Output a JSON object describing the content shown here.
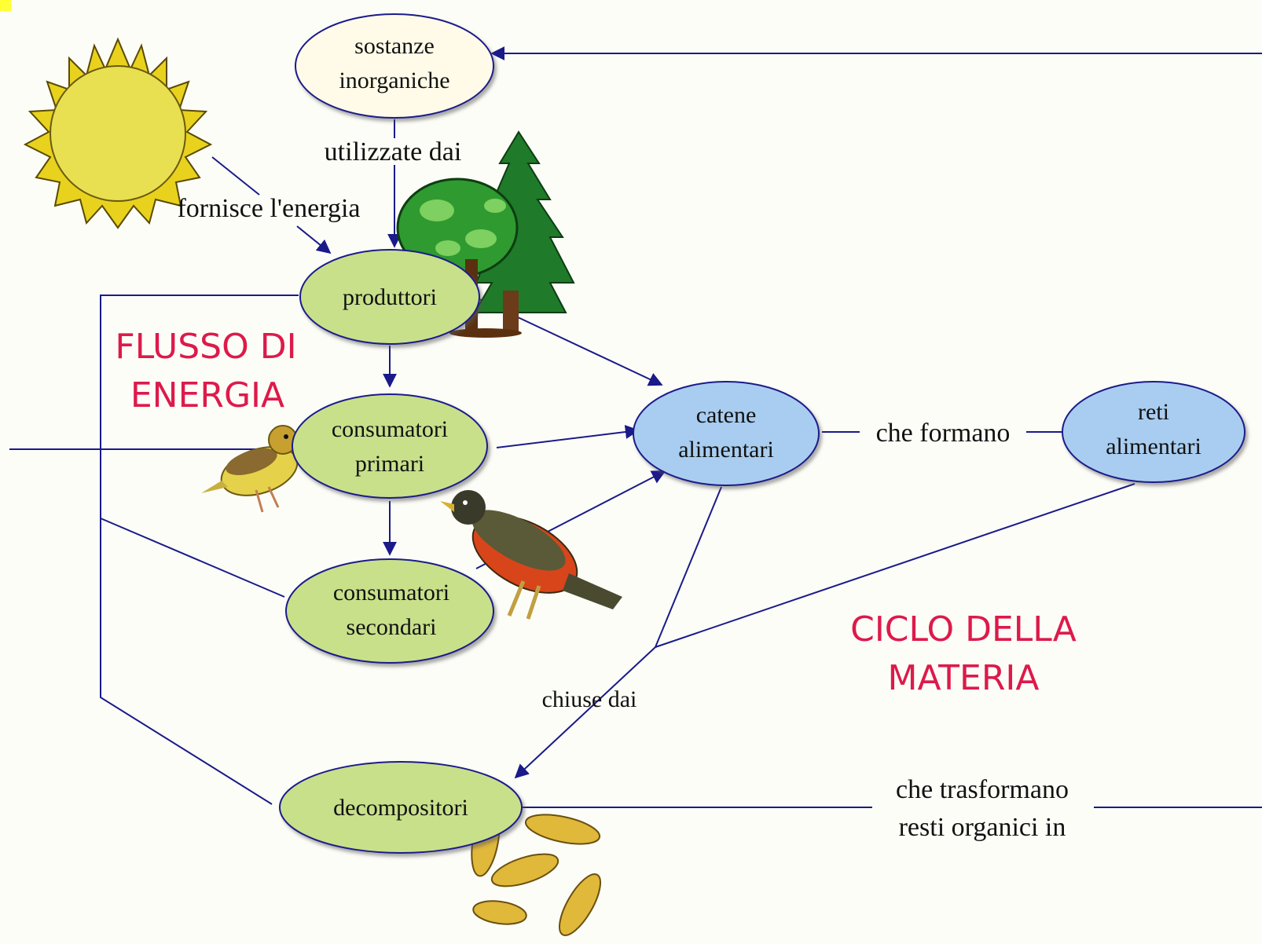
{
  "nodes": {
    "sostanze_inorganiche": [
      "sostanze",
      "inorganiche"
    ],
    "produttori": [
      "produttori"
    ],
    "consumatori_primari": [
      "consumatori",
      "primari"
    ],
    "consumatori_secondari": [
      "consumatori",
      "secondari"
    ],
    "catene_alimentari": [
      "catene",
      "alimentari"
    ],
    "reti_alimentari": [
      "reti",
      "alimentari"
    ],
    "decompositori": [
      "decompositori"
    ]
  },
  "links": {
    "utilizzate_dai": "utilizzate dai",
    "fornisce_energia": "fornisce l'energia",
    "che_formano": "che formano",
    "chiuse_dai": "chiuse dai",
    "che_trasformano": [
      "che trasformano",
      "resti organici in"
    ]
  },
  "titles": {
    "flusso": [
      "FLUSSO DI",
      "ENERGIA"
    ],
    "ciclo": [
      "CICLO DELLA",
      "MATERIA"
    ]
  },
  "colors": {
    "green_node": "#c8e08a",
    "blue_node": "#a9cdf0",
    "cream_node": "#fffbe8",
    "line": "#1a1a8a",
    "title_red": "#dd1a4a"
  },
  "illustrations": [
    "sun-icon",
    "tree-icon",
    "canary-icon",
    "robin-icon",
    "seeds-icon"
  ]
}
